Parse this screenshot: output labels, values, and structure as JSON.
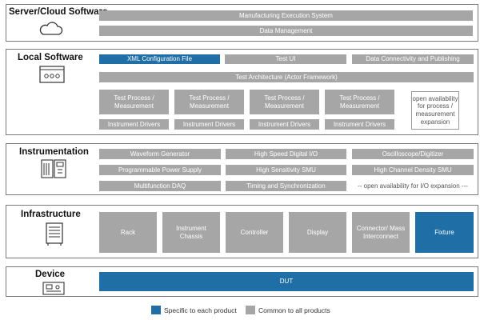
{
  "colors": {
    "specific": "#1f6fa6",
    "common": "#a6a6a6"
  },
  "server": {
    "title": "Server/Cloud Software",
    "icon": "cloud-icon",
    "mes": "Manufacturing Execution System",
    "data_mgmt": "Data Management"
  },
  "local": {
    "title": "Local Software",
    "icon": "computer-window-icon",
    "xml_config": "XML Configuration File",
    "test_ui": "Test UI",
    "data_conn": "Data Connectivity and Publishing",
    "test_arch": "Test Architecture (Actor Framework)",
    "test_process": [
      "Test Process / Measurement",
      "Test Process / Measurement",
      "Test Process / Measurement",
      "Test Process / Measurement"
    ],
    "instrument_drivers": [
      "Instrument Drivers",
      "Instrument Drivers",
      "Instrument Drivers",
      "Instrument Drivers"
    ],
    "open_note": "open availability for process / measurement expansion"
  },
  "instrumentation": {
    "title": "Instrumentation",
    "icon": "instrument-rack-icon",
    "waveform": "Waveform Generator",
    "hs_digital": "High Speed Digital I/O",
    "oscilloscope": "Oscilloscope/Digitizer",
    "power_supply": "Programmable Power Supply",
    "hs_smu": "High Sensitivity SMU",
    "hcd_smu": "High Channel Density SMU",
    "daq": "Multifunction DAQ",
    "timing": "Timing and Synchronization",
    "open_note": "-- open availability for I/O expansion ---"
  },
  "infrastructure": {
    "title": "Infrastructure",
    "icon": "rack-cabinet-icon",
    "rack": "Rack",
    "chassis": "Instrument Chassis",
    "controller": "Controller",
    "display": "Display",
    "connector": "Connector/ Mass Interconnect",
    "fixture": "Fixture"
  },
  "device": {
    "title": "Device",
    "icon": "circuit-board-icon",
    "dut": "DUT"
  },
  "legend": {
    "specific": "Specific to each product",
    "common": "Common to all products"
  }
}
